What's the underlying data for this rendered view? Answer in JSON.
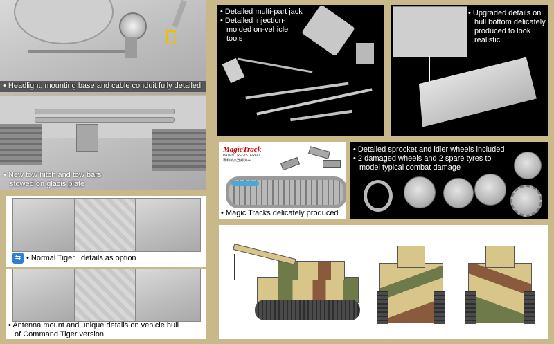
{
  "panels": {
    "headlight": {
      "caption": "Headlight, mounting base and cable conduit fully detailed"
    },
    "tow": {
      "caption_line1": "New tow hitch and tow bars",
      "caption_line2": "stowed on glacis plate"
    },
    "jack": {
      "item1": "Detailed multi-part jack",
      "item2_line1": "Detailed injection-",
      "item2_line2": "molded on-vehicle",
      "item2_line3": "tools"
    },
    "hull": {
      "line1": "Upgraded details on",
      "line2": "hull bottom delicately",
      "line3": "produced to look",
      "line4": "realistic"
    },
    "tracks": {
      "logo_text": "MagicTrack",
      "logo_sub1": "PATENT REGISTERED",
      "logo_sub2": "專利新案登録済み",
      "caption": "Magic Tracks delicately produced"
    },
    "wheels": {
      "line1": "Detailed sprocket and idler wheels included",
      "line2": "2 damaged wheels and 2 spare tyres to",
      "line3": "model typical combat damage"
    },
    "option": {
      "caption": "Normal Tiger I details as option"
    },
    "antenna": {
      "caption_line1": "Antenna mount and unique details on vehicle hull",
      "caption_line2": "of Command Tiger version"
    }
  },
  "colors": {
    "background": "#c9b98a",
    "camo_yellow": "#d8c58a",
    "camo_green": "#6f7a4a",
    "camo_brown": "#8a5a3c",
    "option_icon_blue": "#2f7fd0"
  }
}
